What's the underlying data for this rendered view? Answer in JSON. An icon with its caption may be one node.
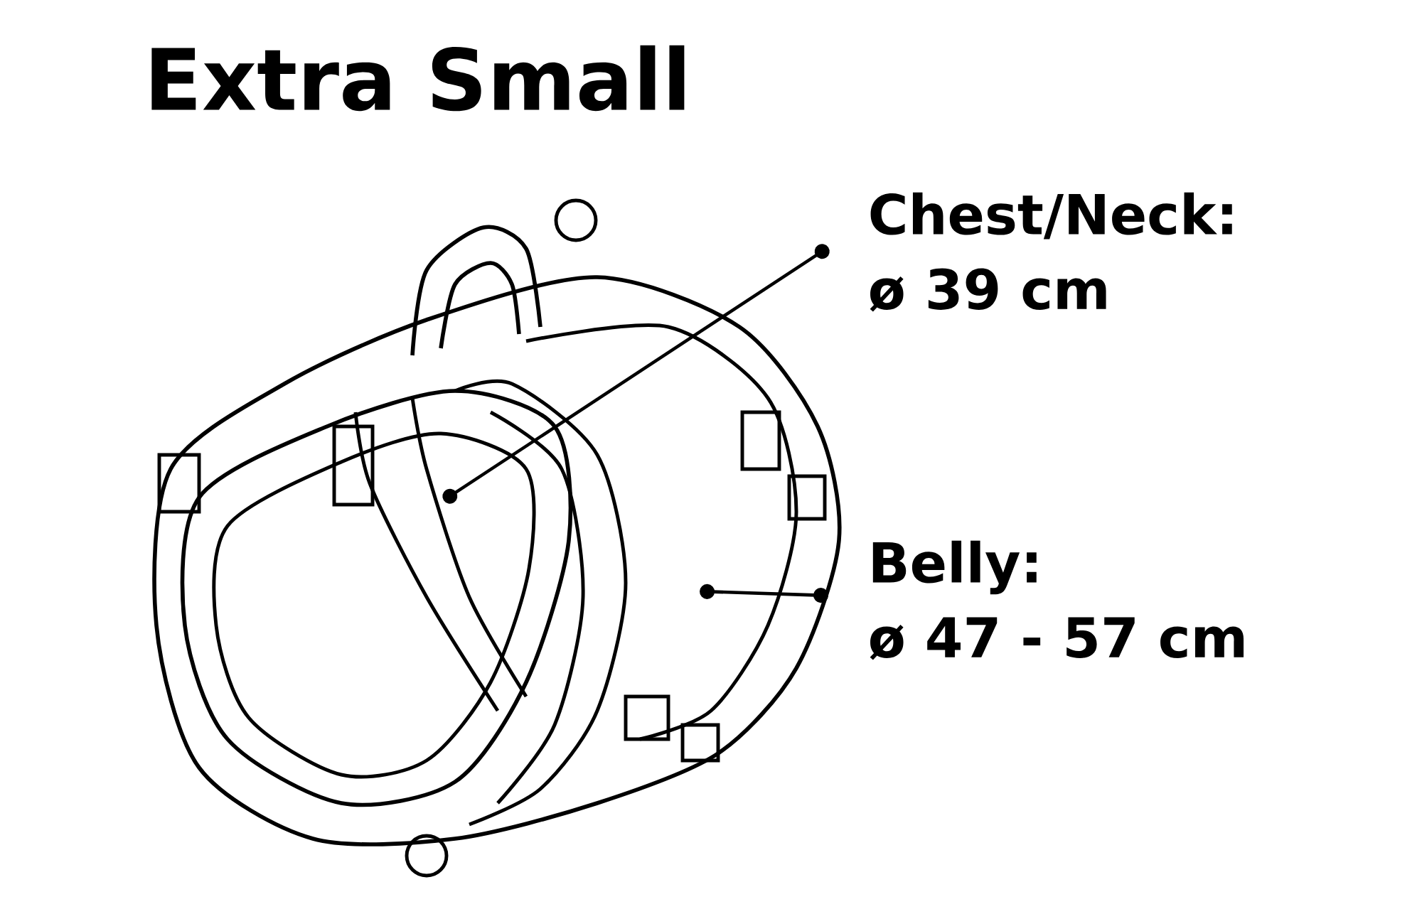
{
  "diagram": {
    "title": "Extra Small",
    "nodes": [
      {
        "text": [
          "Chest/Neck:",
          "ø 39 cm"
        ]
      },
      {
        "text": [
          "Belly:",
          "ø 47 - 57 cm"
        ]
      }
    ],
    "edges": [
      {
        "from": 0,
        "to": null,
        "arrow": "other"
      },
      {
        "from": 1,
        "to": null,
        "arrow": "other"
      }
    ]
  }
}
